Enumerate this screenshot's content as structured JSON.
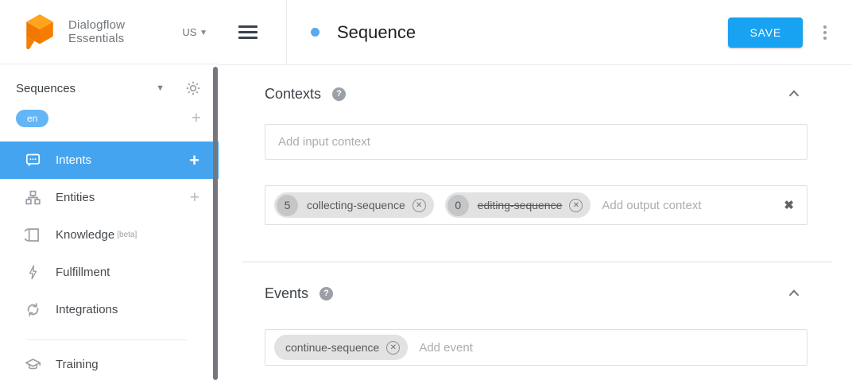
{
  "brand": {
    "line1": "Dialogflow",
    "line2": "Essentials",
    "region": "US"
  },
  "sidebar": {
    "agent_selector": {
      "label": "Sequences"
    },
    "language": {
      "badge": "en"
    },
    "items": [
      {
        "label": "Intents"
      },
      {
        "label": "Entities"
      },
      {
        "label": "Knowledge",
        "badge": "[beta]"
      },
      {
        "label": "Fulfillment"
      },
      {
        "label": "Integrations"
      },
      {
        "label": "Training"
      }
    ]
  },
  "header": {
    "title": "Sequence",
    "save_label": "SAVE"
  },
  "sections": {
    "contexts": {
      "heading": "Contexts",
      "input_placeholder": "Add input context",
      "output_placeholder": "Add output context",
      "output_chips": [
        {
          "count": "5",
          "label": "collecting-sequence"
        },
        {
          "count": "0",
          "label": "editing-sequence"
        }
      ]
    },
    "events": {
      "heading": "Events",
      "placeholder": "Add event",
      "chips": [
        {
          "label": "continue-sequence"
        }
      ]
    }
  },
  "colors": {
    "accent_blue": "#17a2f2",
    "sidebar_active_blue": "#45a4ef",
    "language_badge_blue": "#64b5f6",
    "logo_orange_body": "#F57D00",
    "logo_orange_top": "#FFA41C",
    "chip_gray": "#e2e2e2"
  }
}
